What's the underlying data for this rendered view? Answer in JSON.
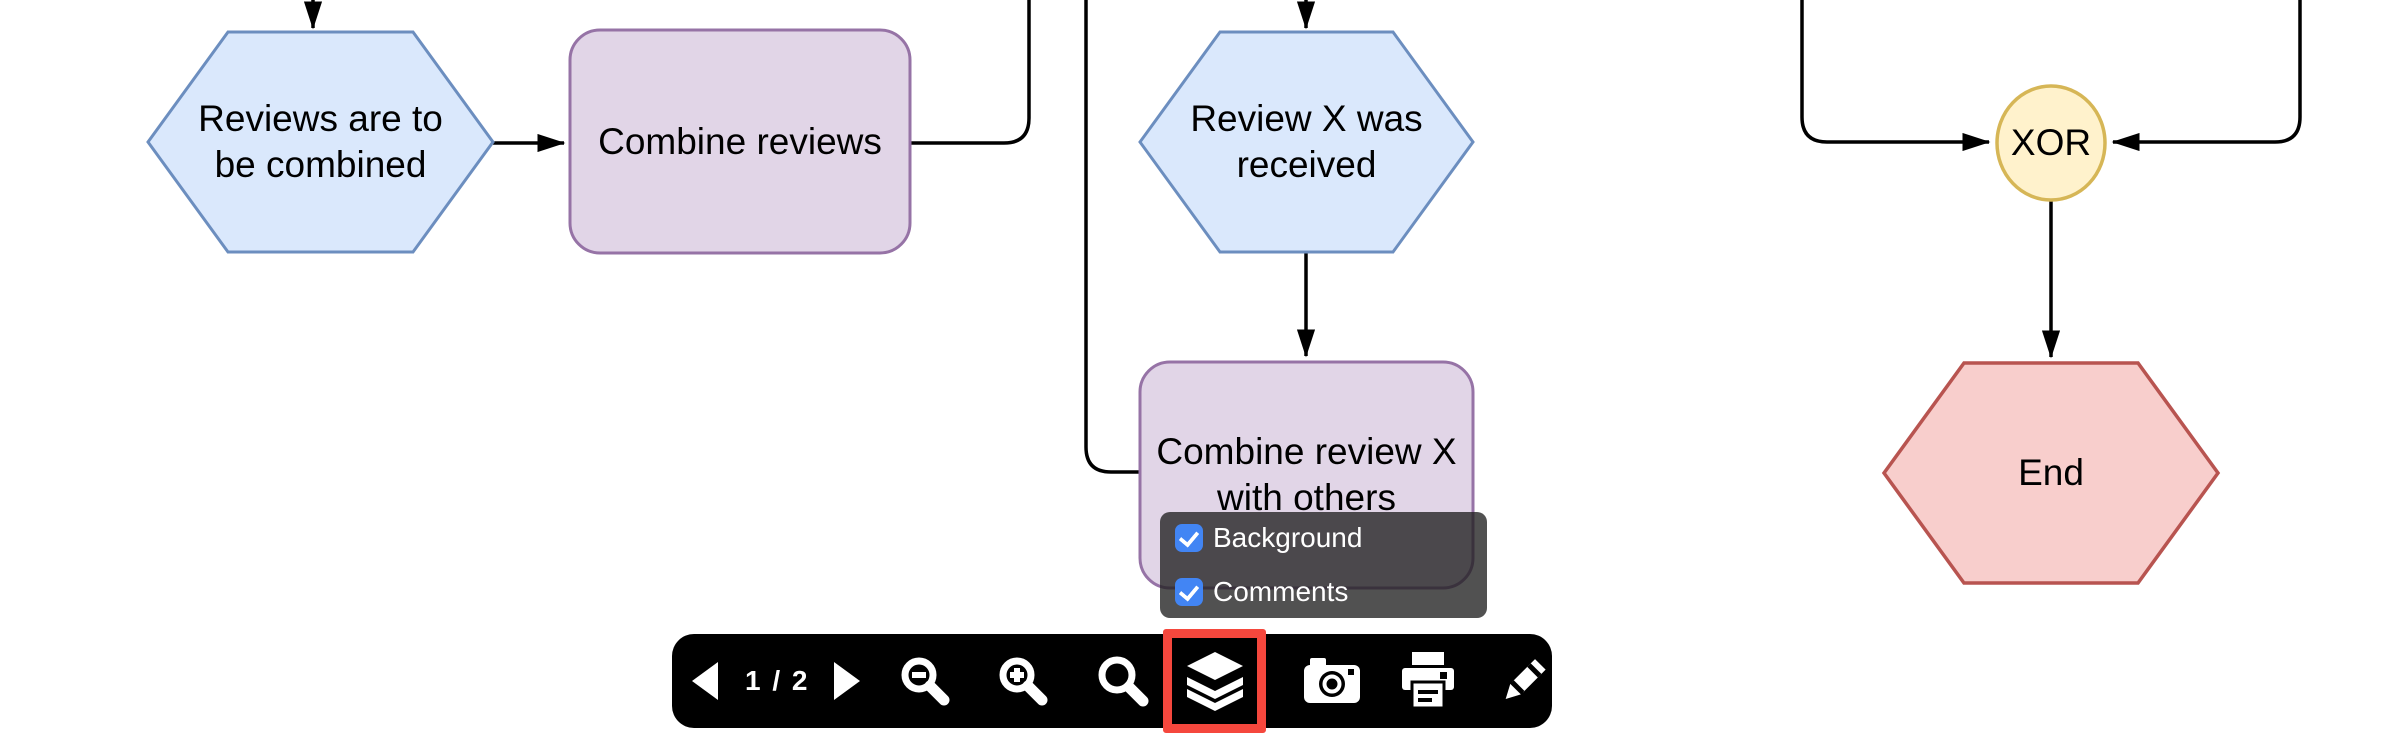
{
  "diagram": {
    "nodes": [
      {
        "id": "reviews-are-to-be-combined",
        "shape": "hexagon",
        "label": "Reviews are to\nbe combined",
        "fill": "#dae8fc",
        "stroke": "#6c8ebf"
      },
      {
        "id": "combine-reviews",
        "shape": "rounded-rect",
        "label": "Combine reviews",
        "fill": "#e1d5e7",
        "stroke": "#9673a6"
      },
      {
        "id": "review-x-was-received",
        "shape": "hexagon",
        "label": "Review X was\nreceived",
        "fill": "#dae8fc",
        "stroke": "#6c8ebf"
      },
      {
        "id": "combine-review-x-with-others",
        "shape": "rounded-rect",
        "label": "Combine review X\nwith others",
        "fill": "#e1d5e7",
        "stroke": "#9673a6"
      },
      {
        "id": "xor-gateway",
        "shape": "circle",
        "label": "XOR",
        "fill": "#fff2cc",
        "stroke": "#d6b656"
      },
      {
        "id": "end",
        "shape": "hexagon",
        "label": "End",
        "fill": "#f8cecc",
        "stroke": "#b85450"
      }
    ],
    "edges": [
      {
        "from": "offscreen-top",
        "to": "reviews-are-to-be-combined",
        "arrow": true
      },
      {
        "from": "reviews-are-to-be-combined",
        "to": "combine-reviews",
        "arrow": true
      },
      {
        "from": "combine-reviews",
        "to": "offscreen-top",
        "arrow": false
      },
      {
        "from": "offscreen-top",
        "to": "combine-review-x-with-others",
        "arrow": false
      },
      {
        "from": "offscreen-top",
        "to": "review-x-was-received",
        "arrow": true
      },
      {
        "from": "review-x-was-received",
        "to": "combine-review-x-with-others",
        "arrow": true
      },
      {
        "from": "offscreen-top-left",
        "to": "xor-gateway",
        "arrow": true
      },
      {
        "from": "offscreen-top-right",
        "to": "xor-gateway",
        "arrow": true
      },
      {
        "from": "xor-gateway",
        "to": "end",
        "arrow": true
      }
    ],
    "edge_color": "#000000"
  },
  "layers_popup": {
    "options": [
      {
        "label": "Background",
        "checked": true
      },
      {
        "label": "Comments",
        "checked": true
      }
    ],
    "checkbox_color": "#4285f4",
    "background": "rgba(32,32,32,0.78)"
  },
  "toolbar": {
    "page_indicator": "1 / 2",
    "background": "#000000",
    "highlight_color": "#f5473d",
    "buttons": [
      {
        "name": "previous-page",
        "icon": "triangle-left"
      },
      {
        "name": "next-page",
        "icon": "triangle-right"
      },
      {
        "name": "zoom-out",
        "icon": "magnifier-minus"
      },
      {
        "name": "zoom-in",
        "icon": "magnifier-plus"
      },
      {
        "name": "reset-zoom",
        "icon": "magnifier"
      },
      {
        "name": "layers",
        "icon": "layers-stack",
        "highlighted": true
      },
      {
        "name": "snapshot",
        "icon": "camera"
      },
      {
        "name": "print",
        "icon": "printer"
      },
      {
        "name": "edit",
        "icon": "pencil"
      }
    ]
  }
}
